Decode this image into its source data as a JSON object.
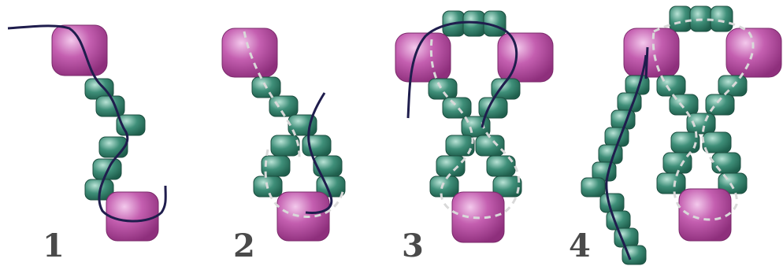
{
  "diagram": {
    "title": "",
    "colors": {
      "large_bead": "#b24a9b",
      "large_bead_light": "#e7a6d9",
      "small_bead": "#2e7d68",
      "small_bead_light": "#9fd2c2",
      "thread": "#1f1d4d",
      "hidden_thread": "#d9d9d9",
      "label": "#4a4a4a"
    },
    "steps": [
      {
        "label": "1"
      },
      {
        "label": "2"
      },
      {
        "label": "3"
      },
      {
        "label": "4"
      }
    ]
  }
}
